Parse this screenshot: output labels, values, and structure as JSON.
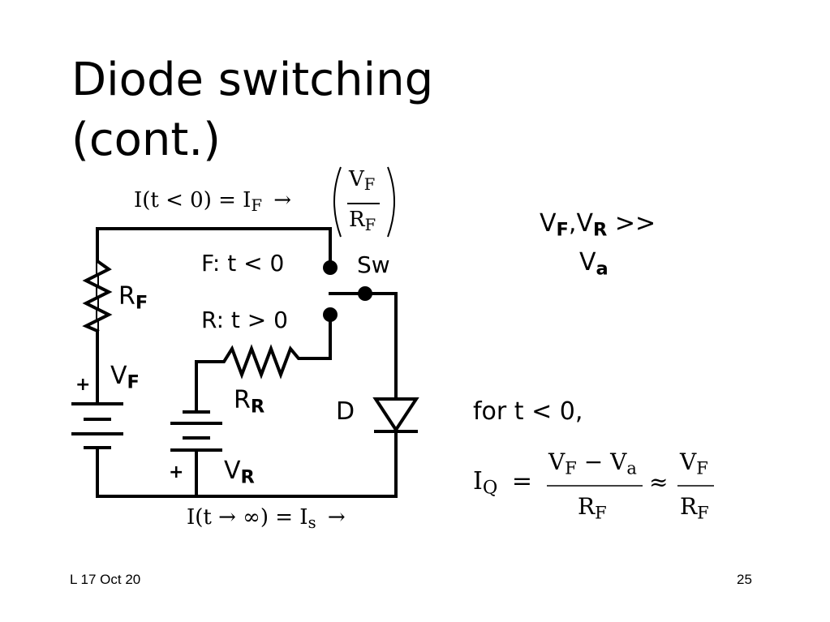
{
  "slide": {
    "title_line1": "Diode switching",
    "title_line2": "(cont.)",
    "footer_left": "L 17 Oct 20",
    "page_number": "25"
  },
  "circuit": {
    "top_current": {
      "lhs": "I(t < 0) = I",
      "sub": "F",
      "arrow": "→",
      "frac_num": "V",
      "frac_num_sub": "F",
      "frac_den": "R",
      "frac_den_sub": "F"
    },
    "bottom_current": {
      "lhs": "I(t → ∞) = I",
      "sub": "s",
      "arrow": "→"
    },
    "switch_f_label": "F:  t < 0",
    "switch_r_label": "R:  t > 0",
    "switch_name": "Sw",
    "rf_label": "R",
    "rf_sub": "F",
    "vf_label": "V",
    "vf_sub": "F",
    "rr_label": "R",
    "rr_sub": "R",
    "vr_label": "V",
    "vr_sub": "R",
    "diode_label": "D",
    "plus_vf": "+",
    "plus_vr": "+"
  },
  "notes": {
    "cond_v1": "V",
    "cond_v1_sub": "F",
    "cond_sep": ",",
    "cond_v2": "V",
    "cond_v2_sub": "R",
    "cond_gg": " >>",
    "cond_va": "V",
    "cond_va_sub": "a",
    "for_text": "for  t < 0,",
    "iq": "I",
    "iq_sub": "Q",
    "eq_sign": "=",
    "num_vf": "V",
    "num_vf_sub": "F",
    "num_minus": " − ",
    "num_va": "V",
    "num_va_sub": "a",
    "den_rf": "R",
    "den_rf_sub": "F",
    "approx": "≈",
    "num2": "V",
    "num2_sub": "F",
    "den2": "R",
    "den2_sub": "F"
  }
}
